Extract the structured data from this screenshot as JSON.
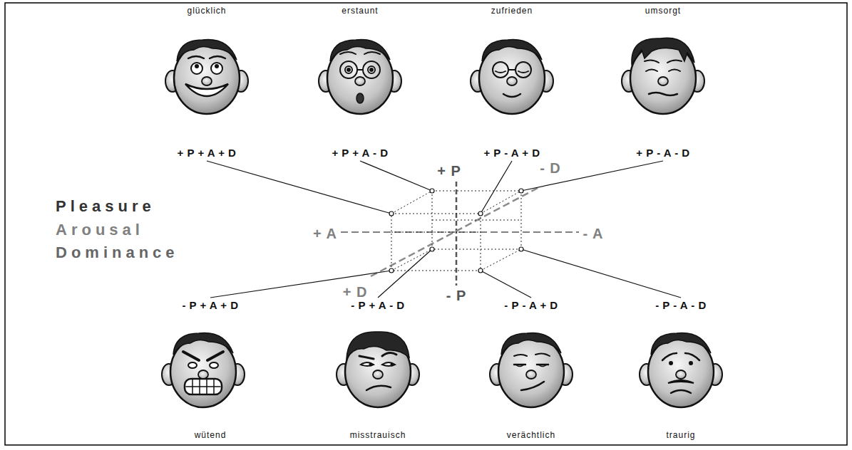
{
  "diagram": {
    "nodes": [
      {
        "text": [
          "glücklich",
          "+ P + A + D"
        ]
      },
      {
        "text": [
          "erstaunt",
          "+ P + A - D"
        ]
      },
      {
        "text": [
          "zufrieden",
          "+ P - A + D"
        ]
      },
      {
        "text": [
          "umsorgt",
          "+ P - A - D"
        ]
      },
      {
        "text": [
          "- P + A + D",
          "wütend"
        ]
      },
      {
        "text": [
          "- P + A - D",
          "misstrauisch"
        ]
      },
      {
        "text": [
          "- P - A + D",
          "verächtlich"
        ]
      },
      {
        "text": [
          "- P - A - D",
          "traurig"
        ]
      }
    ],
    "labels": [
      "Pleasure",
      "Arousal",
      "Dominance",
      "+ P",
      "- P",
      "+ A",
      "- A",
      "+ D",
      "- D"
    ]
  }
}
